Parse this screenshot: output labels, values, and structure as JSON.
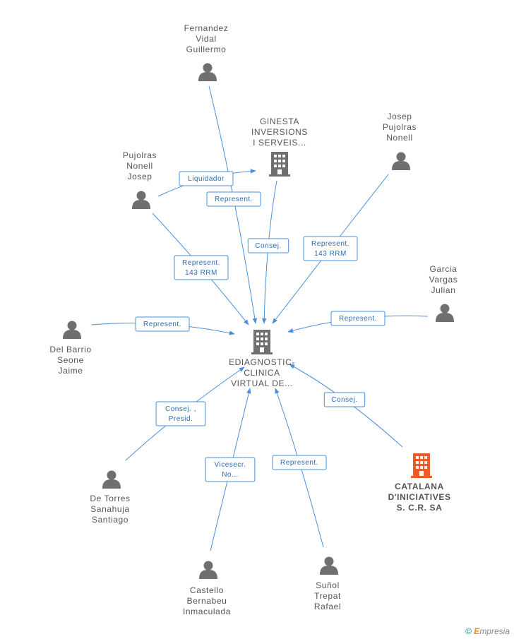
{
  "nodes": [
    {
      "id": "center",
      "type": "company",
      "lines": [
        "EDIAGNOSTIC-",
        "CLINICA",
        "VIRTUAL DE..."
      ]
    },
    {
      "id": "ginesta",
      "type": "company",
      "lines": [
        "GINESTA",
        "INVERSIONS",
        "I SERVEIS..."
      ]
    },
    {
      "id": "catalana",
      "type": "company",
      "highlight": true,
      "lines": [
        "CATALANA",
        "D'INICIATIVES",
        "S. C.R. SA"
      ]
    },
    {
      "id": "fernandez",
      "type": "person",
      "lines": [
        "Fernandez",
        "Vidal",
        "Guillermo"
      ]
    },
    {
      "id": "pujolras_njp",
      "type": "person",
      "lines": [
        "Josep",
        "Pujolras",
        "Nonell"
      ]
    },
    {
      "id": "pujolras_nj",
      "type": "person",
      "lines": [
        "Pujolras",
        "Nonell",
        "Josep"
      ]
    },
    {
      "id": "garcia",
      "type": "person",
      "lines": [
        "Garcia",
        "Vargas",
        "Julian"
      ]
    },
    {
      "id": "delbarrio",
      "type": "person",
      "lines": [
        "Del Barrio",
        "Seone",
        "Jaime"
      ]
    },
    {
      "id": "detorres",
      "type": "person",
      "lines": [
        "De Torres",
        "Sanahuja",
        "Santiago"
      ]
    },
    {
      "id": "castello",
      "type": "person",
      "lines": [
        "Castello",
        "Bernabeu",
        "Inmaculada"
      ]
    },
    {
      "id": "sunol",
      "type": "person",
      "lines": [
        "Suñol",
        "Trepat",
        "Rafael"
      ]
    }
  ],
  "edges": [
    {
      "from": "fernandez",
      "to": "center",
      "lines": [
        "Represent."
      ]
    },
    {
      "from": "pujolras_nj",
      "to": "ginesta",
      "lines": [
        "Liquidador"
      ]
    },
    {
      "from": "pujolras_nj",
      "to": "center",
      "lines": [
        "Represent.",
        "143 RRM"
      ]
    },
    {
      "from": "ginesta",
      "to": "center",
      "lines": [
        "Consej."
      ]
    },
    {
      "from": "pujolras_njp",
      "to": "center",
      "lines": [
        "Represent.",
        "143 RRM"
      ]
    },
    {
      "from": "garcia",
      "to": "center",
      "lines": [
        "Represent."
      ]
    },
    {
      "from": "delbarrio",
      "to": "center",
      "lines": [
        "Represent."
      ]
    },
    {
      "from": "detorres",
      "to": "center",
      "lines": [
        "Consej. ,",
        "Presid."
      ]
    },
    {
      "from": "castello",
      "to": "center",
      "lines": [
        "Vicesecr.",
        "No..."
      ]
    },
    {
      "from": "sunol",
      "to": "center",
      "lines": [
        "Represent."
      ]
    },
    {
      "from": "catalana",
      "to": "center",
      "lines": [
        "Consej."
      ]
    }
  ],
  "colors": {
    "edge": "#4a8fdc",
    "person": "#6f6f6f",
    "company": "#6f6f6f",
    "highlight": "#f05a28"
  },
  "watermark": {
    "symbol": "©",
    "brand_initial": "E",
    "brand_rest": "mpresia"
  }
}
